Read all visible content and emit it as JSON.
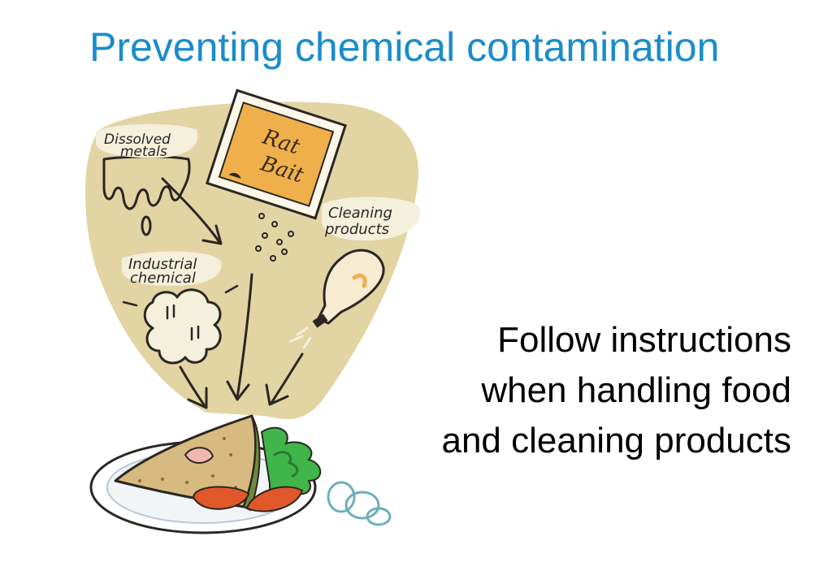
{
  "title": "Preventing chemical contamination",
  "colors": {
    "title": "#1a8ccc",
    "cone": "#e3d4a4",
    "packet": "#efb04c",
    "tomato": "#e0572a",
    "lettuce": "#3fb54a",
    "bread": "#d7ba80",
    "outline": "#2a2622"
  },
  "illustration": {
    "labels": {
      "dissolved_line1": "Dissolved",
      "dissolved_line2": "metals",
      "industrial_line1": "Industrial",
      "industrial_line2": "chemical",
      "cleaning_line1": "Cleaning",
      "cleaning_line2": "products",
      "packet_line1": "Rat",
      "packet_line2": "Bait"
    }
  },
  "body": {
    "lines": [
      "Follow instructions",
      "when handling food",
      "and cleaning products"
    ]
  }
}
